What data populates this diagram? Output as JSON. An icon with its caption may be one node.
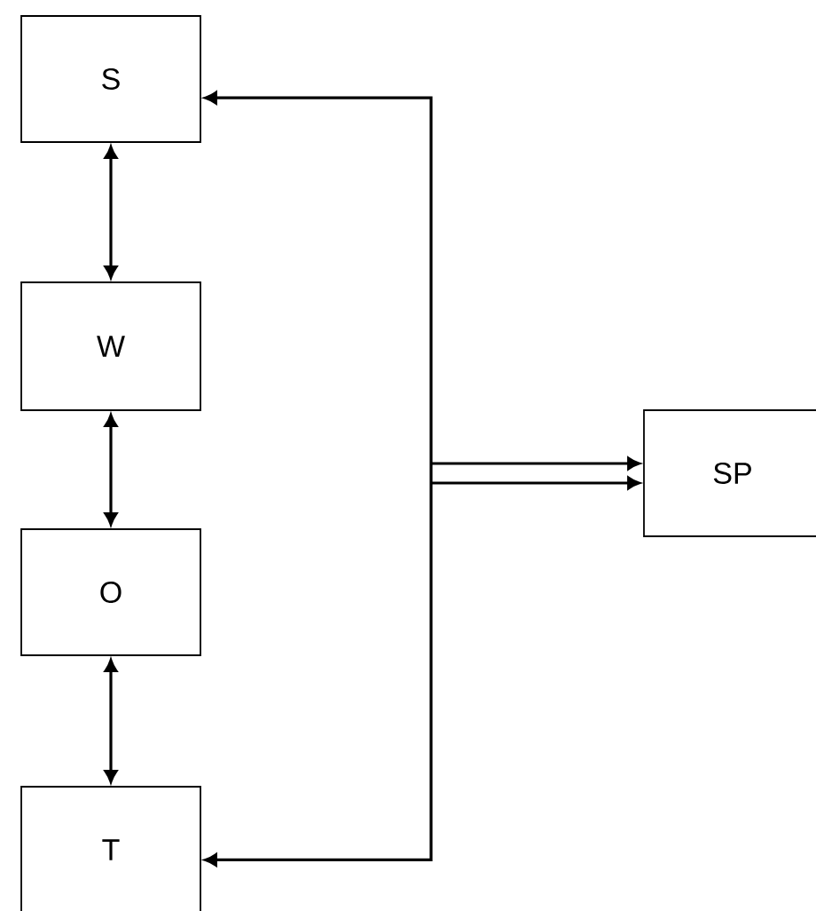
{
  "diagram": {
    "nodes": [
      {
        "text": [
          "S"
        ]
      },
      {
        "text": [
          "W"
        ]
      },
      {
        "text": [
          "O"
        ]
      },
      {
        "text": [
          "T"
        ]
      },
      {
        "text": [
          "SP"
        ]
      }
    ],
    "edges": [
      {
        "from": 0,
        "to": 1,
        "arrow": "both"
      },
      {
        "from": 1,
        "to": 2,
        "arrow": "both"
      },
      {
        "from": 2,
        "to": 3,
        "arrow": "both"
      },
      {
        "from": 0,
        "to": 3,
        "arrow": "both"
      },
      {
        "from": null,
        "to": 4,
        "arrow": "to"
      }
    ]
  }
}
